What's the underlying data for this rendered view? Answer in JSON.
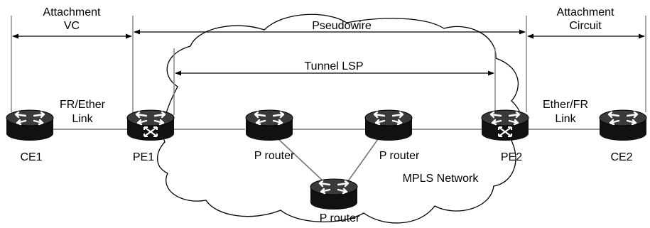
{
  "colors": {
    "stroke": "#000000",
    "router_body": "#111111",
    "router_top": "#3a3a3a",
    "router_arrows": "#ffffff",
    "background": "#ffffff"
  },
  "labels": {
    "attachment_vc_line1": "Attachment",
    "attachment_vc_line2": "VC",
    "pseudowire": "Pseudowire",
    "attachment_circuit_line1": "Attachment",
    "attachment_circuit_line2": "Circuit",
    "tunnel_lsp": "Tunnel LSP",
    "fr_ether_line1": "FR/Ether",
    "fr_ether_line2": "Link",
    "ether_fr_line1": "Ether/FR",
    "ether_fr_line2": "Link",
    "mpls_network": "MPLS Network"
  },
  "nodes": {
    "ce1": {
      "label": "CE1",
      "icon": "router-icon"
    },
    "pe1": {
      "label": "PE1",
      "icon": "switching-router-icon"
    },
    "p_router_left": {
      "label": "P router",
      "icon": "router-icon"
    },
    "p_router_right": {
      "label": "P router",
      "icon": "router-icon"
    },
    "p_router_bottom": {
      "label": "P router",
      "icon": "router-icon"
    },
    "pe2": {
      "label": "PE2",
      "icon": "switching-router-icon"
    },
    "ce2": {
      "label": "CE2",
      "icon": "router-icon"
    }
  }
}
